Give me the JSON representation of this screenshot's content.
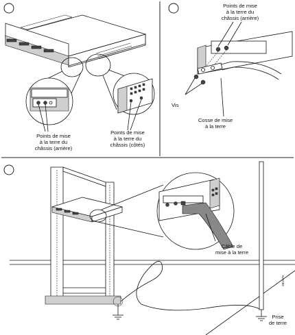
{
  "panels": [
    {
      "step": "",
      "labels": {
        "rear_points": [
          "Points de mise",
          "à la terre du",
          "châssis (arrière)"
        ],
        "side_points": [
          "Points de mise",
          "à la terre du",
          "châssis (côtés)"
        ]
      }
    },
    {
      "step": "",
      "labels": {
        "rear_points": [
          "Points de mise",
          "à la terre du",
          "châssis (arrière)"
        ],
        "screws": [
          "Vis"
        ],
        "lug": [
          "Cosse de mise",
          "à la terre"
        ]
      }
    },
    {
      "step": "",
      "labels": {
        "cable": [
          "Câble de",
          "mise à la terre"
        ],
        "ground": [
          "Prise",
          "de terre"
        ],
        "side_code": "281579"
      }
    }
  ]
}
